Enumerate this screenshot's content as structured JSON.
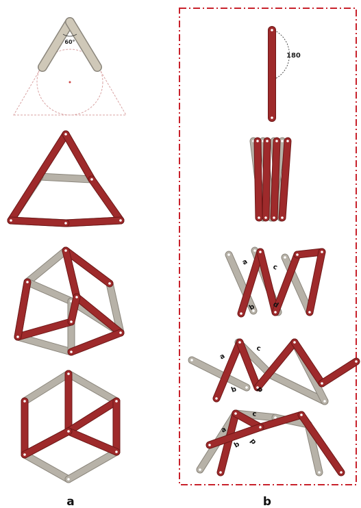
{
  "figure": {
    "panel_a_label": "a",
    "panel_b_label": "b",
    "angle_a": "60°",
    "angle_b": "180",
    "joint_labels": [
      "a",
      "b",
      "c",
      "d"
    ]
  },
  "colors": {
    "red_link": "#9e2a2b",
    "red_stroke": "#6e1717",
    "grey_link": "#b7b2a8",
    "grey_stroke": "#8a857b",
    "frame": "#c8202a"
  }
}
